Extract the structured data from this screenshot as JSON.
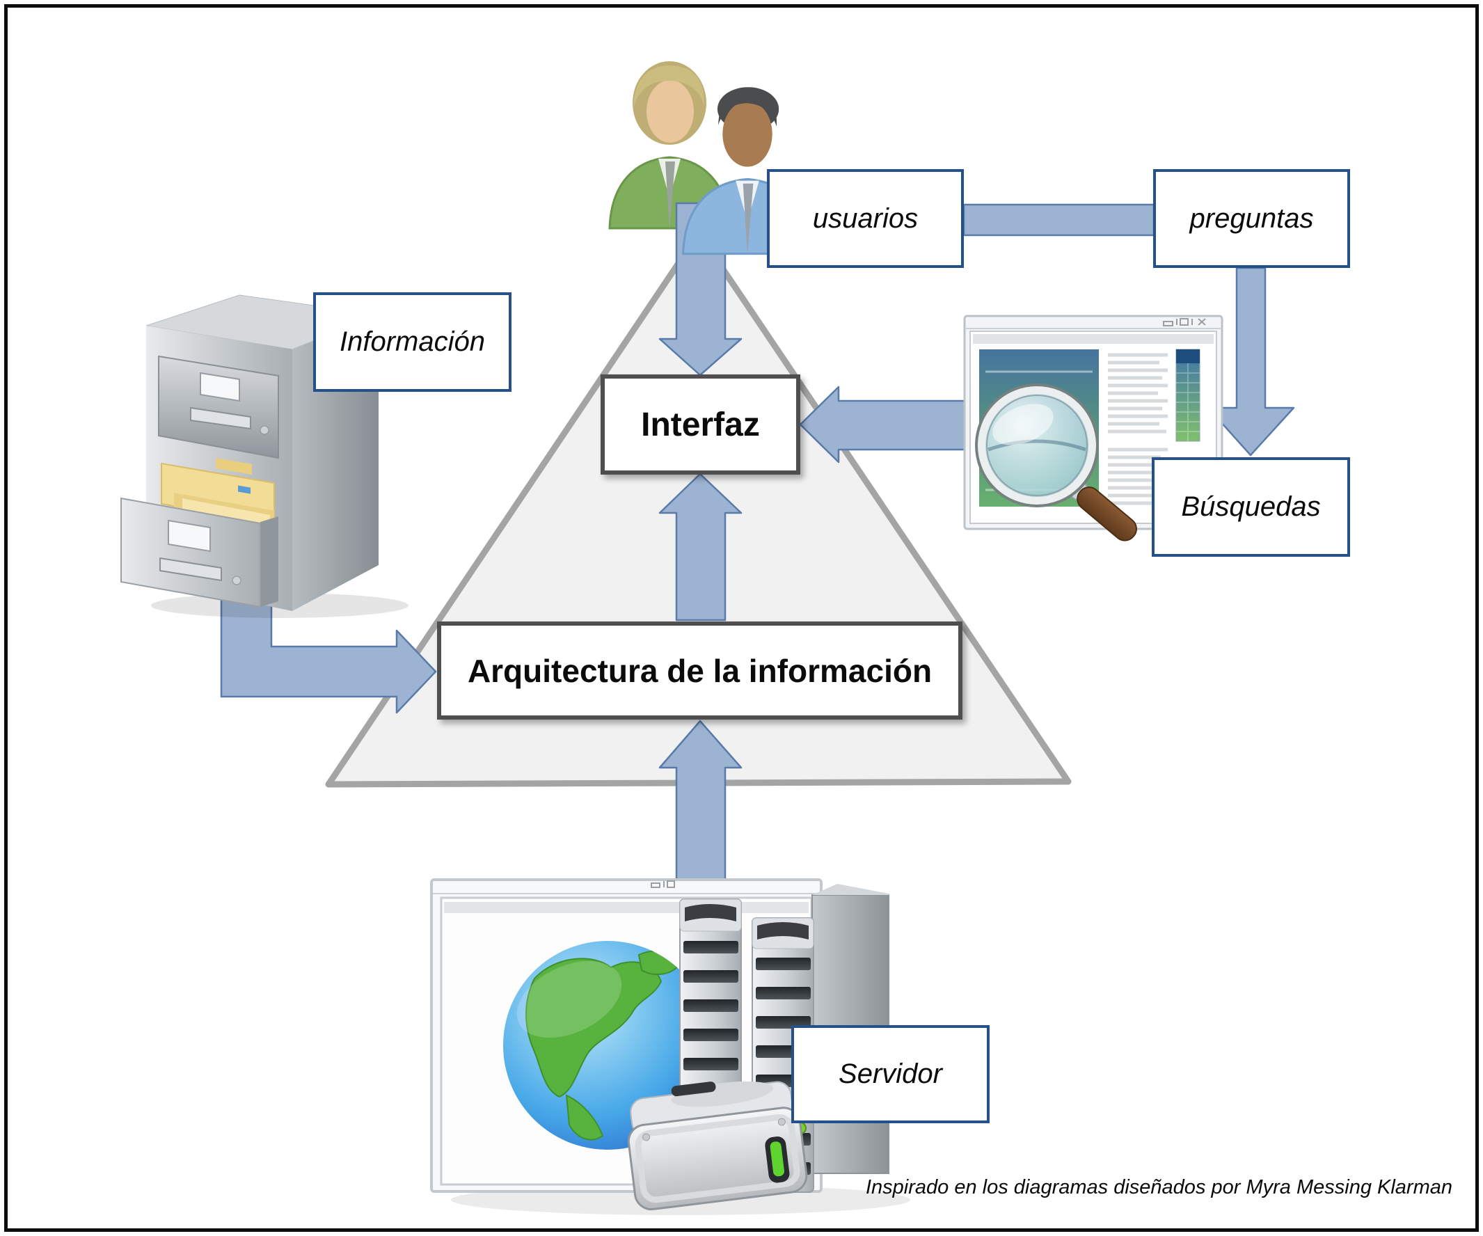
{
  "labels": {
    "usuarios": "usuarios",
    "preguntas": "preguntas",
    "busquedas": "Búsquedas",
    "informacion": "Información",
    "servidor": "Servidor",
    "interfaz": "Interfaz",
    "arquitectura": "Arquitectura de la información"
  },
  "footer": "Inspirado en los diagramas diseñados por Myra Messing Klarman",
  "icons": [
    "users-icon",
    "file-cabinet-icon",
    "search-window-icon",
    "magnifier-icon",
    "globe-browser-icon",
    "server-tower-icon",
    "hard-drive-icon",
    "pyramid-shape"
  ],
  "colors": {
    "arrow_fill": "#9db3d2",
    "arrow_stroke": "#587ba9",
    "label_box_border": "#24508c",
    "title_box_border": "#4f4f4f",
    "pyramid_fill": "#f1f1f2",
    "pyramid_stroke": "#a4a4a4",
    "frame_border": "#0d0d0d",
    "led_green": "#62d52e",
    "folder_yellow": "#f2dd96"
  }
}
